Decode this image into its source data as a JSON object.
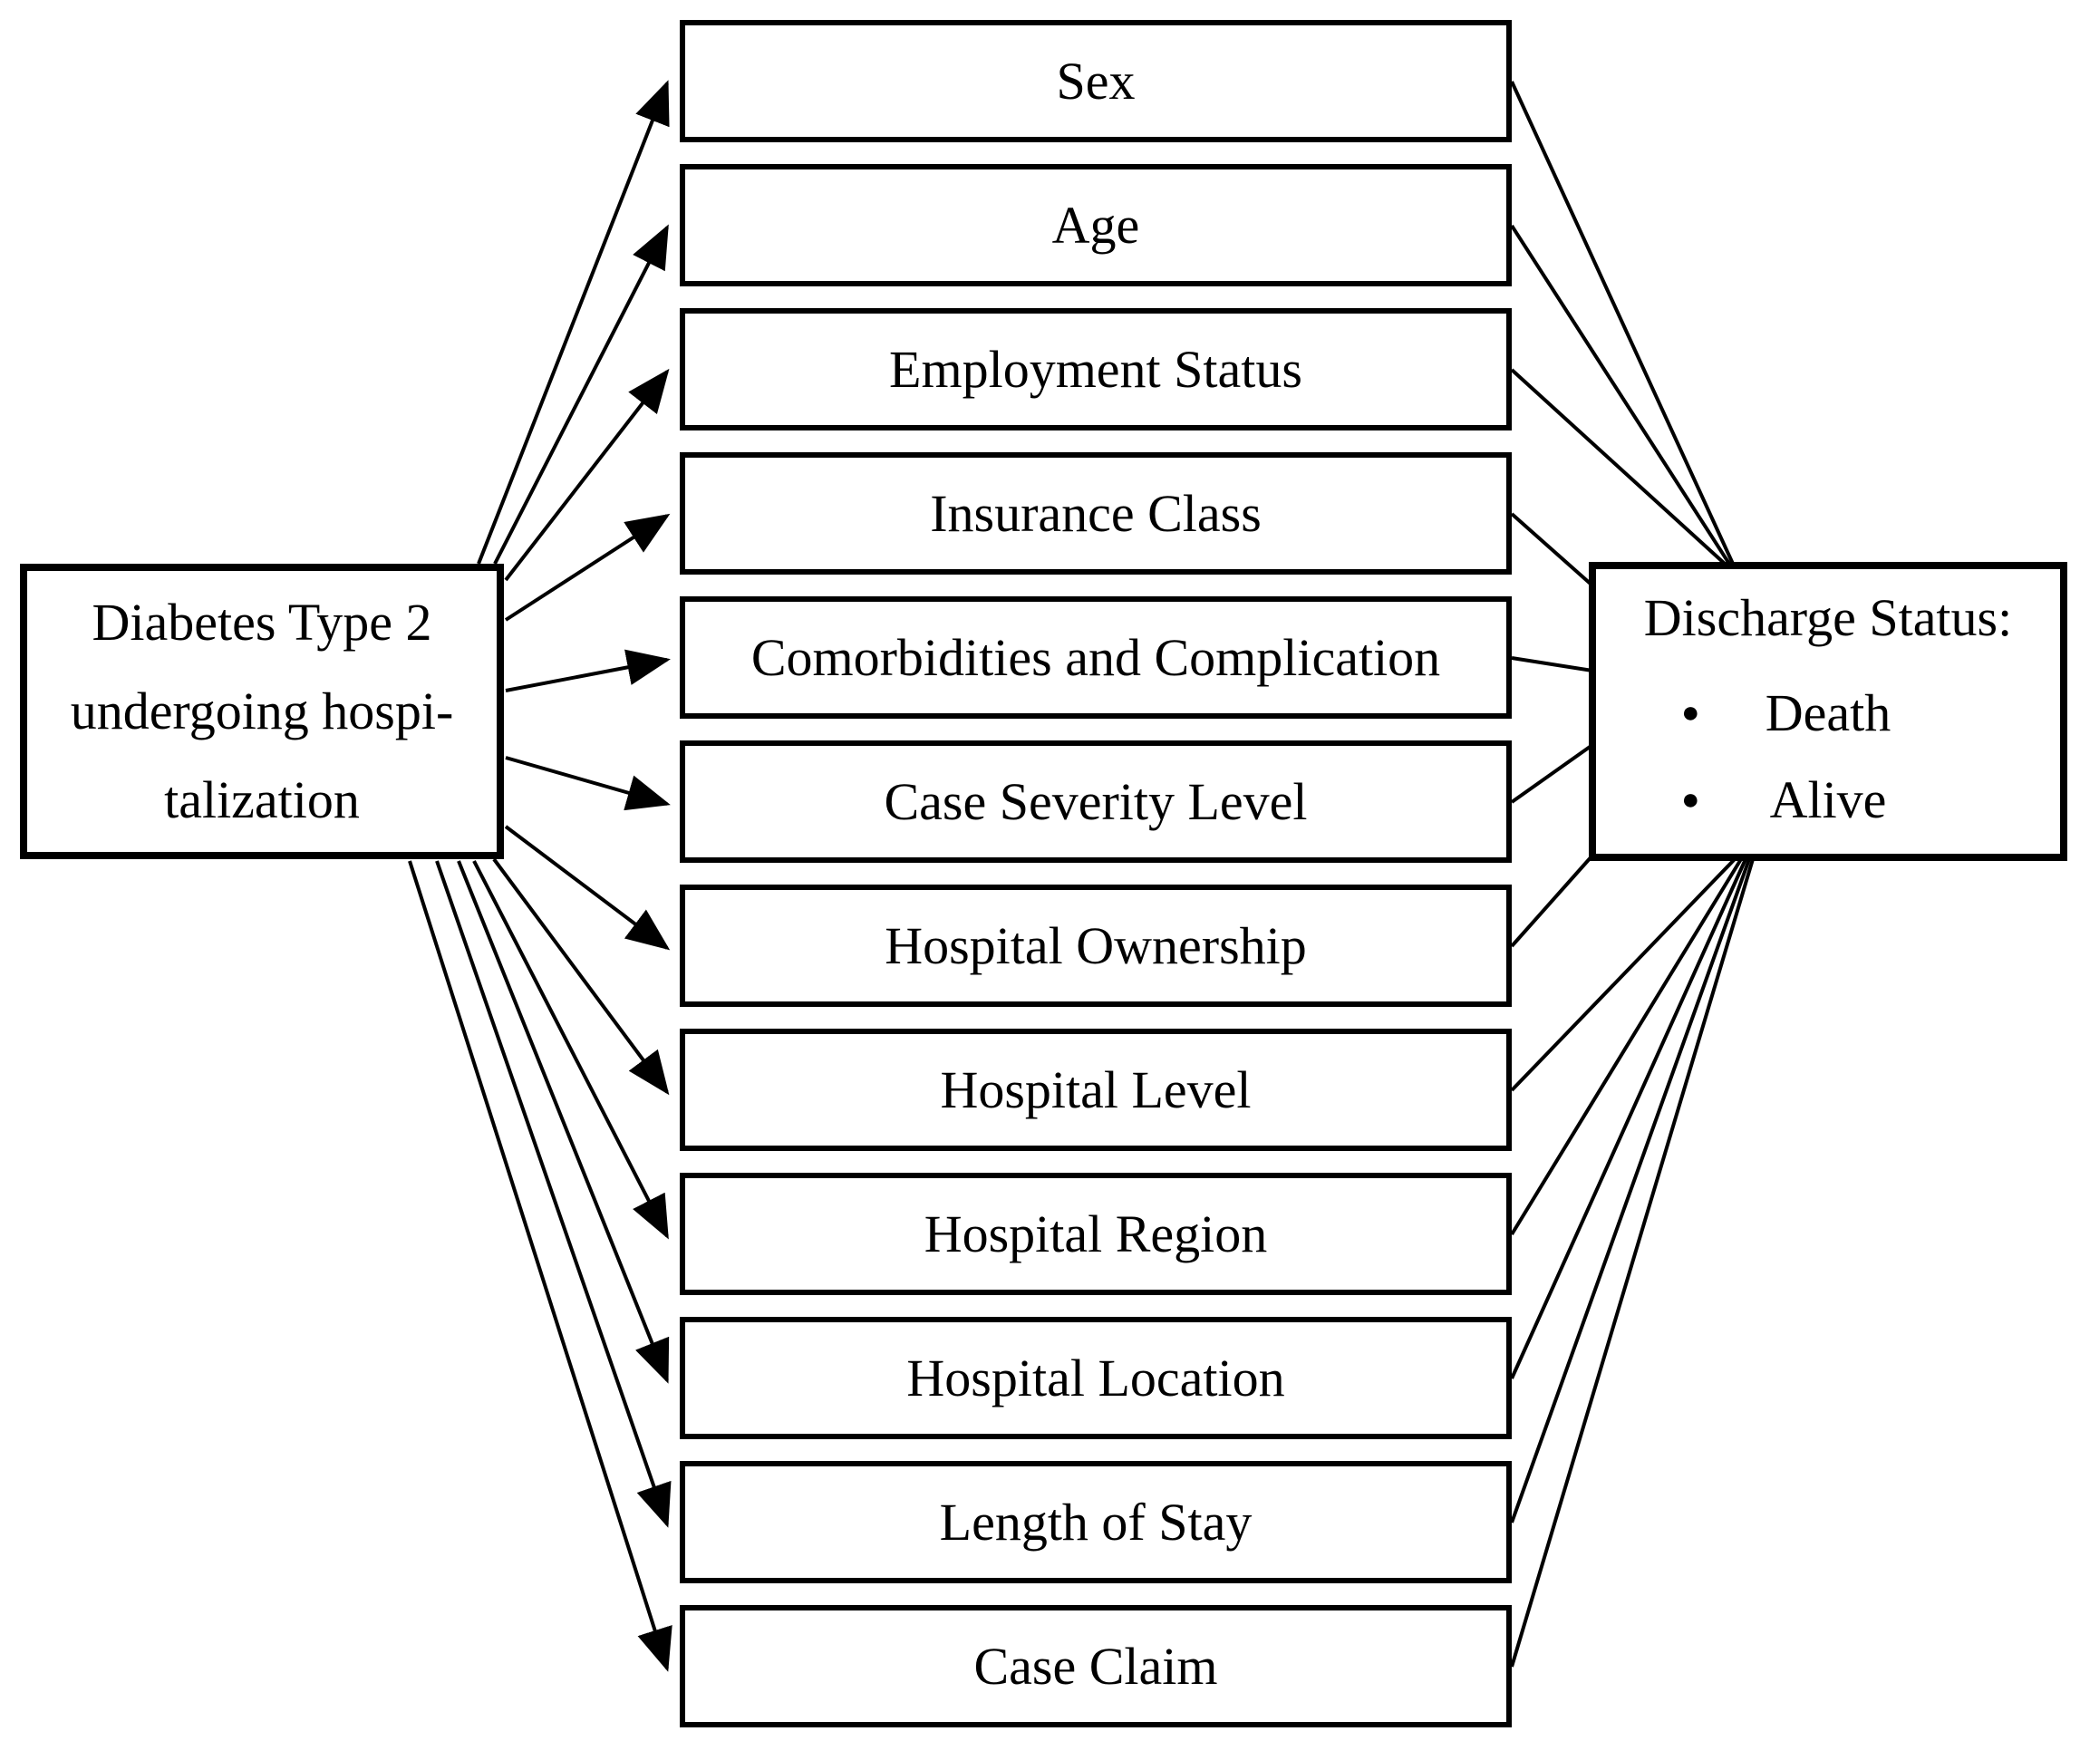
{
  "figure": {
    "background_color": "#ffffff",
    "line_color": "#000000",
    "text_color": "#000000"
  },
  "source": {
    "lines": [
      "Diabetes Type 2",
      "undergoing hospi-",
      "talization"
    ]
  },
  "factors": [
    {
      "label": "Sex"
    },
    {
      "label": "Age"
    },
    {
      "label": "Employment Status"
    },
    {
      "label": "Insurance Class"
    },
    {
      "label": "Comorbidities and Complication"
    },
    {
      "label": "Case Severity Level"
    },
    {
      "label": "Hospital Ownership"
    },
    {
      "label": "Hospital Level"
    },
    {
      "label": "Hospital Region"
    },
    {
      "label": "Hospital Location"
    },
    {
      "label": "Length of Stay"
    },
    {
      "label": "Case Claim"
    }
  ],
  "outcome": {
    "title": "Discharge Status:",
    "bullet": "●",
    "items": [
      "Death",
      "Alive"
    ]
  }
}
